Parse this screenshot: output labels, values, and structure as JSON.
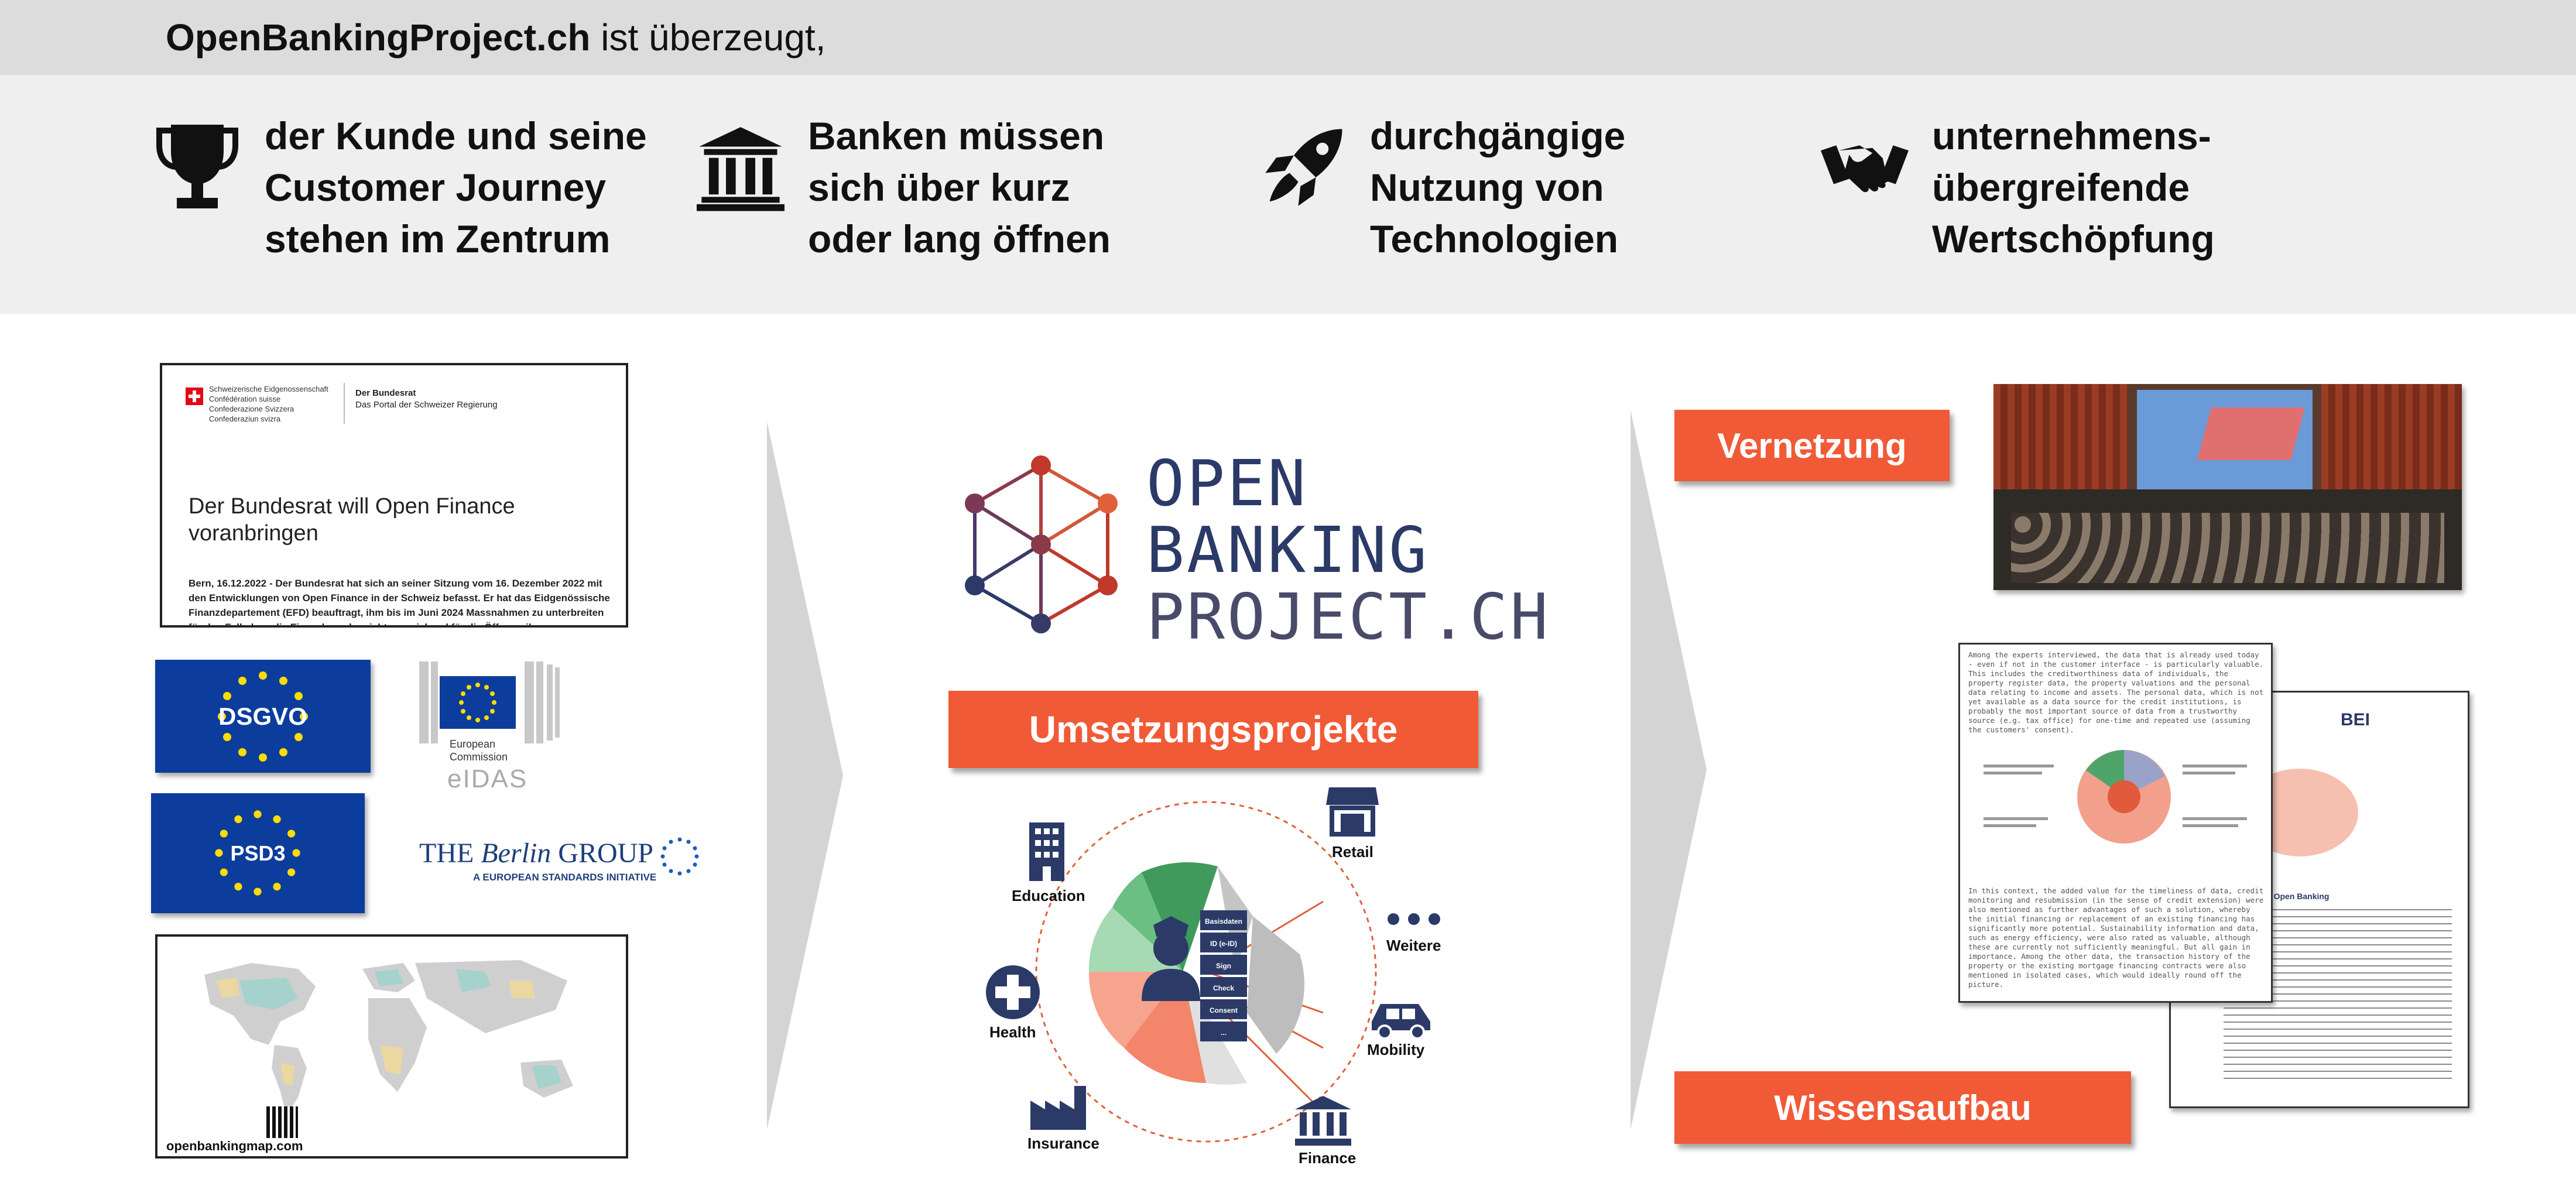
{
  "header": {
    "brand": "OpenBankingProject.ch",
    "tagline": " ist überzeugt,"
  },
  "pillars": [
    {
      "icon": "trophy-icon",
      "text": "der Kunde und seine\nCustomer Journey\nstehen im Zentrum"
    },
    {
      "icon": "bank-icon",
      "text": "Banken müssen\nsich über kurz\noder lang öffnen"
    },
    {
      "icon": "rocket-icon",
      "text": "durchgängige\nNutzung von\nTechnologien"
    },
    {
      "icon": "handshake-icon",
      "text": "unternehmens-\nübergreifende\nWertschöpfung"
    }
  ],
  "left": {
    "bundesrat": {
      "confed_lines": [
        "Schweizerische Eidgenossenschaft",
        "Confédération suisse",
        "Confederazione Svizzera",
        "Confederaziun svizra"
      ],
      "portal_title": "Der Bundesrat",
      "portal_sub": "Das Portal der Schweizer Regierung",
      "headline": "Der Bundesrat will Open Finance voranbringen",
      "body": "Bern, 16.12.2022 - Der Bundesrat hat sich an seiner Sitzung vom 16. Dezember 2022 mit den Entwicklungen von Open Finance in der Schweiz befasst. Er hat das Eidgenössische Finanzdepartement (EFD) beauftragt, ihm bis im Juni 2024 Massnahmen zu unterbreiten für den Fall, dass die Finanzbranche nicht ausreichend für die Öffnung ihrer"
    },
    "dsgvo": "DSGVO",
    "eidas": {
      "line1": "European",
      "line2": "Commission",
      "brand": "eIDAS"
    },
    "psd3": "PSD3",
    "berlin": {
      "the": "THE",
      "berlin": "Berlin",
      "group": "GROUP",
      "sub": "A EUROPEAN STANDARDS INITIATIVE"
    },
    "map_url": "openbankingmap.com"
  },
  "center": {
    "logo_lines": [
      "OPEN",
      "BANKING",
      "PROJECT.CH"
    ],
    "button": "Umsetzungsprojekte",
    "segments": [
      "Education",
      "Retail",
      "Weitere",
      "Mobility",
      "Finance",
      "Insurance",
      "Health"
    ],
    "steps": [
      "Basisdaten",
      "ID (e-ID)",
      "Sign",
      "Check",
      "Consent",
      "..."
    ]
  },
  "right": {
    "vernetzung": "Vernetzung",
    "wissensaufbau": "Wissensaufbau",
    "paper1_text": "Among the experts interviewed, the data that is already used today - even if not in the customer interface - is particularly valuable. This includes the creditworthiness data of individuals, the property register data, the property valuations and the personal data relating to income and assets. The personal data, which is not yet available as a data source for the credit institutions, is probably the most important source of data from a trustworthy source (e.g. tax office) for one-time and repeated use (assuming the customers' consent).",
    "paper1_text2": "In this context, the added value for the timeliness of data, credit monitoring and resubmission (in the sense of credit extension) were also mentioned as further advantages of such a solution, whereby the initial financing or replacement of an existing financing has significantly more potential. Sustainability information and data, such as energy efficiency, were also rated as valuable, although these are currently not sufficiently meaningful. But all gain in importance. Among the other data, the transaction history of the property or the existing mortgage financing contracts were also mentioned in isolated cases, which would ideally round off the picture.",
    "paper2_brand": "BEI",
    "paper2_heading": "Bereiche für Open Banking"
  },
  "colors": {
    "orange": "#f15a37",
    "navy": "#2b3a67",
    "red": "#c0392b",
    "eu_blue": "#0c3d9c"
  }
}
